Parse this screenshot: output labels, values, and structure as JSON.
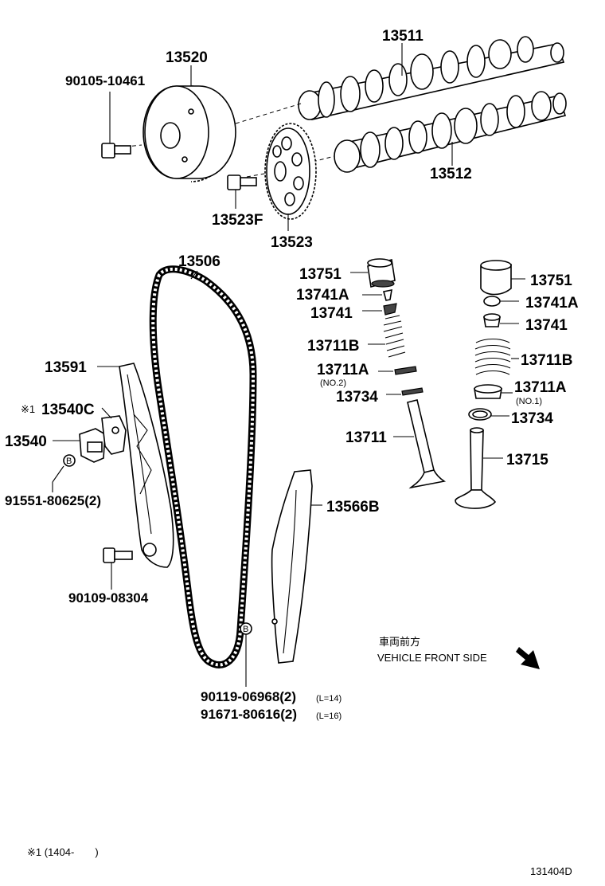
{
  "labels": {
    "p13511": "13511",
    "p13520": "13520",
    "p90105": "90105-10461",
    "p13512": "13512",
    "p13523F": "13523F",
    "p13523": "13523",
    "p13506": "13506",
    "p13751_l": "13751",
    "p13741A_l": "13741A",
    "p13741_l": "13741",
    "p13711B_l": "13711B",
    "p13711A_l": "13711A",
    "no2": "(NO.2)",
    "p13734_l": "13734",
    "p13711": "13711",
    "p13751_r": "13751",
    "p13741A_r": "13741A",
    "p13741_r": "13741",
    "p13711B_r": "13711B",
    "p13711A_r": "13711A",
    "no1": "(NO.1)",
    "p13734_r": "13734",
    "p13715": "13715",
    "p13591": "13591",
    "mark1": "※1",
    "p13540C": "13540C",
    "p13540": "13540",
    "p91551": "91551-80625(2)",
    "p13566B": "13566B",
    "p90109": "90109-08304",
    "p90119": "90119-06968(2)",
    "l14": "(L=14)",
    "p91671": "91671-80616(2)",
    "l16": "(L=16)",
    "b1": "B",
    "b2": "B"
  },
  "direction": {
    "jp": "車両前方",
    "en": "VEHICLE FRONT SIDE"
  },
  "footnote": "※1 (1404-　　)",
  "diagram_code": "131404D"
}
